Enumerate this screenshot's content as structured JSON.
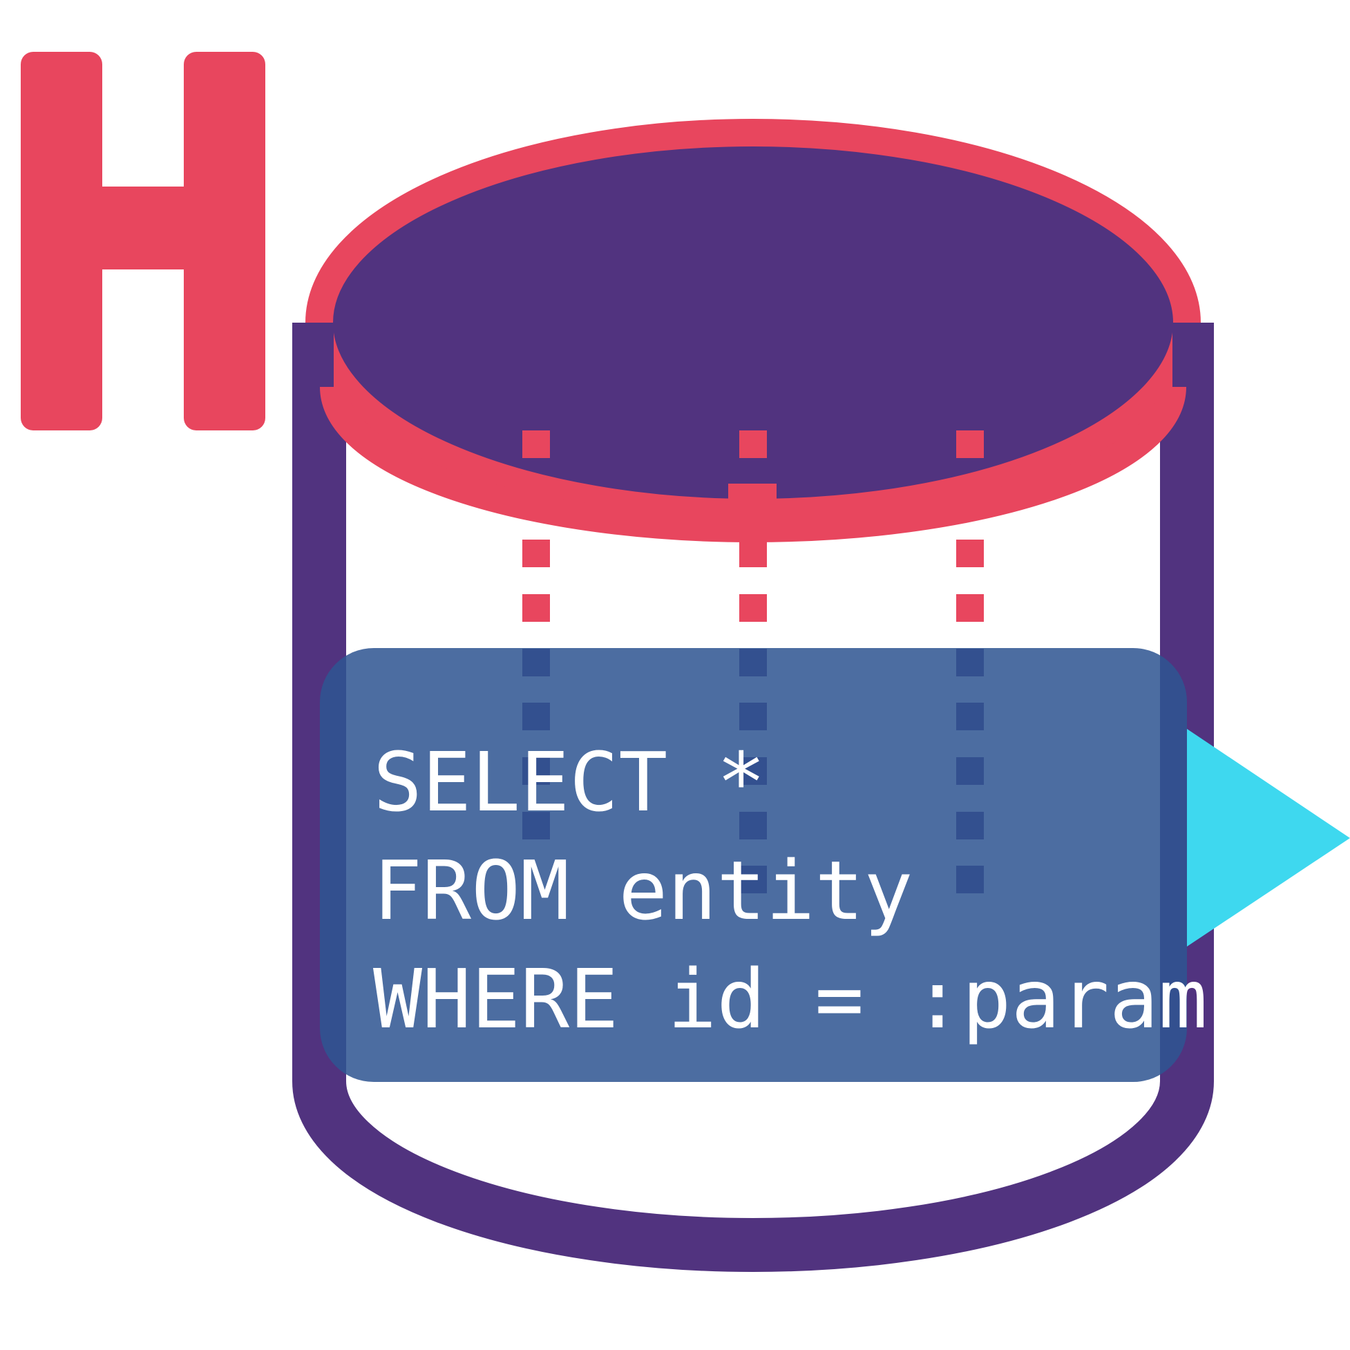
{
  "logo": {
    "letter": "H",
    "icon": "hibernate-h-logo"
  },
  "database_icon": {
    "icon": "database-cylinder-icon"
  },
  "query": {
    "line1": "SELECT *",
    "line2": "FROM entity",
    "line3": "WHERE id = :param"
  },
  "arrow": {
    "icon": "play-arrow-icon"
  },
  "colors": {
    "brand_red": "#E8465E",
    "purple": "#51337F",
    "panel_blue": "#2F5592",
    "arrow_cyan": "#3ED8EF",
    "background": "#FFFFFF"
  }
}
